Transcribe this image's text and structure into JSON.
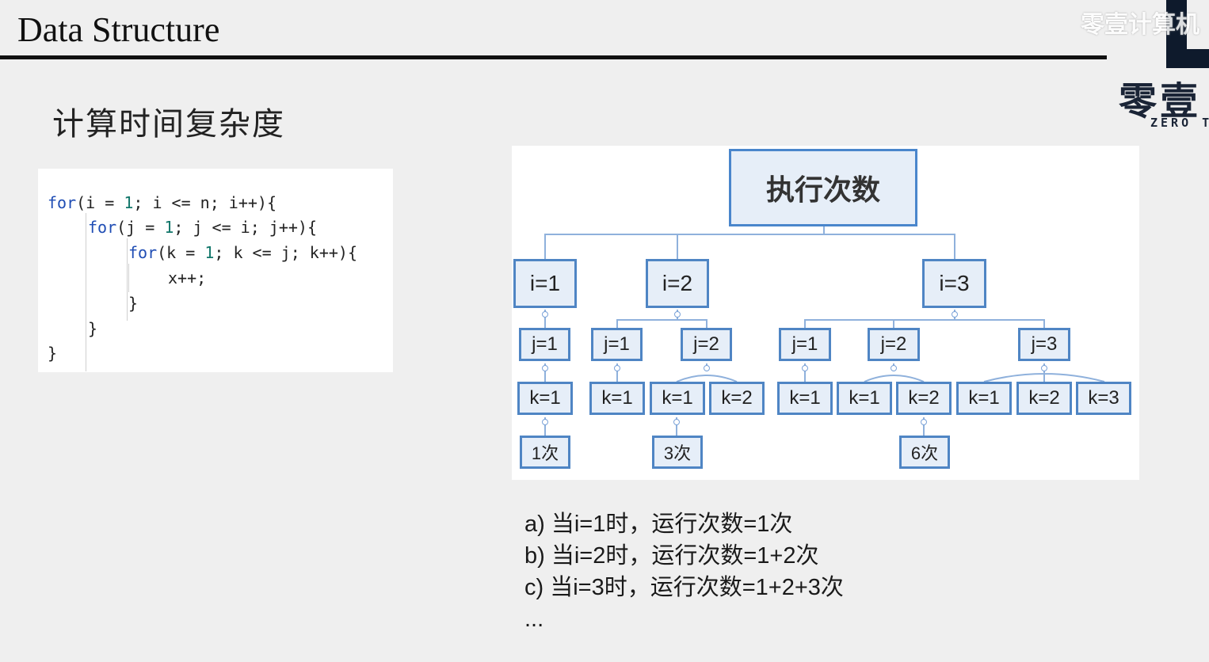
{
  "header": {
    "title": "Data Structure"
  },
  "logo": {
    "watermark": "零壹计算机",
    "cn": "零壹",
    "en": "ZERO T"
  },
  "subtitle": "计算时间复杂度",
  "code": {
    "line1": {
      "kw": "for",
      "a": "(i = ",
      "n": "1",
      "b": "; i <= n; i++){"
    },
    "line2": {
      "kw": "for",
      "a": "(j = ",
      "n": "1",
      "b": "; j <= i; j++){"
    },
    "line3": {
      "kw": "for",
      "a": "(k = ",
      "n": "1",
      "b": "; k <= j; k++){"
    },
    "line4": "x++;",
    "line5": "}",
    "line6": "}",
    "line7": "}"
  },
  "diagram": {
    "root": "执行次数",
    "i": [
      "i=1",
      "i=2",
      "i=3"
    ],
    "j": [
      "j=1",
      "j=1",
      "j=2",
      "j=1",
      "j=2",
      "j=3"
    ],
    "k": [
      "k=1",
      "k=1",
      "k=1",
      "k=2",
      "k=1",
      "k=1",
      "k=2",
      "k=1",
      "k=2",
      "k=3"
    ],
    "counts": [
      "1次",
      "3次",
      "6次"
    ]
  },
  "notes": [
    "a) 当i=1时，运行次数=1次",
    "b) 当i=2时，运行次数=1+2次",
    "c) 当i=3时，运行次数=1+2+3次",
    "..."
  ]
}
